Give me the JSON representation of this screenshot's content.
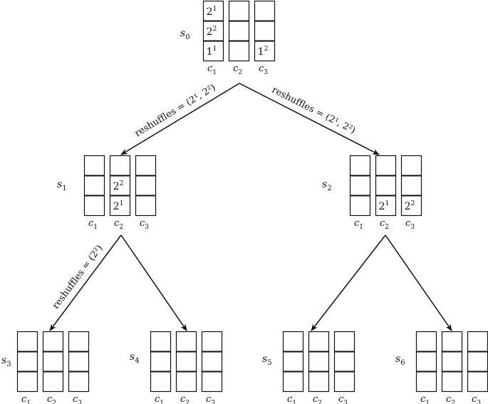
{
  "stack_labels": [
    "c1",
    "c2",
    "c3"
  ],
  "states": [
    {
      "id": "s0",
      "label": "s0",
      "stacks": [
        [
          {
            "base": "2",
            "sup": "1"
          },
          {
            "base": "2",
            "sup": "2"
          },
          {
            "base": "1",
            "sup": "1"
          }
        ],
        [
          null,
          null,
          null
        ],
        [
          null,
          null,
          {
            "base": "1",
            "sup": "2"
          }
        ]
      ]
    },
    {
      "id": "s1",
      "label": "s1",
      "stacks": [
        [
          null,
          null,
          null
        ],
        [
          null,
          {
            "base": "2",
            "sup": "2"
          },
          {
            "base": "2",
            "sup": "1"
          }
        ],
        [
          null,
          null,
          null
        ]
      ]
    },
    {
      "id": "s2",
      "label": "s2",
      "stacks": [
        [
          null,
          null,
          null
        ],
        [
          null,
          null,
          {
            "base": "2",
            "sup": "1"
          }
        ],
        [
          null,
          null,
          {
            "base": "2",
            "sup": "2"
          }
        ]
      ]
    },
    {
      "id": "s3",
      "label": "s3",
      "stacks": [
        [
          null,
          null,
          null
        ],
        [
          null,
          null,
          null
        ],
        [
          null,
          null,
          null
        ]
      ]
    },
    {
      "id": "s4",
      "label": "s4",
      "stacks": [
        [
          null,
          null,
          null
        ],
        [
          null,
          null,
          null
        ],
        [
          null,
          null,
          null
        ]
      ]
    },
    {
      "id": "s5",
      "label": "s5",
      "stacks": [
        [
          null,
          null,
          null
        ],
        [
          null,
          null,
          null
        ],
        [
          null,
          null,
          null
        ]
      ]
    },
    {
      "id": "s6",
      "label": "s6",
      "stacks": [
        [
          null,
          null,
          null
        ],
        [
          null,
          null,
          null
        ],
        [
          null,
          null,
          null
        ]
      ]
    }
  ],
  "edges": [
    {
      "from": "s0",
      "to": "s1",
      "label": "reshuffles = (2¹, 2²)"
    },
    {
      "from": "s0",
      "to": "s2",
      "label": "reshuffles = (2¹, 2²)"
    },
    {
      "from": "s1",
      "to": "s3",
      "label": "reshuffles = (2²)"
    },
    {
      "from": "s1",
      "to": "s4",
      "label": ""
    },
    {
      "from": "s2",
      "to": "s5",
      "label": ""
    },
    {
      "from": "s2",
      "to": "s6",
      "label": ""
    }
  ]
}
